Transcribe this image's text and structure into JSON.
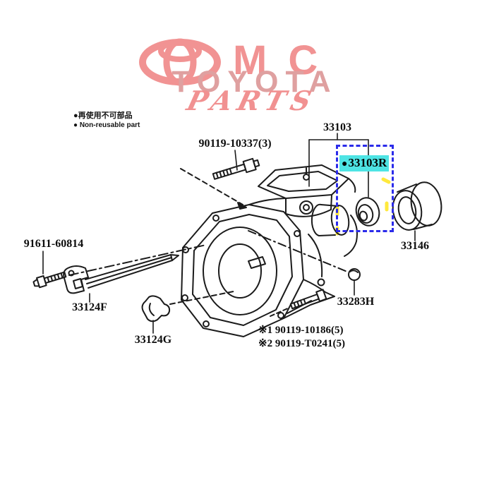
{
  "watermark": {
    "brand_top": "MC",
    "brand_mid": "TOYOTA",
    "brand_bottom": "PARTS",
    "logo_icon": "toyota-emblem",
    "color": "#ee7c7c"
  },
  "legend": {
    "line_jp": "●再使用不可部品",
    "line_en": "● Non-reusable part"
  },
  "highlight": {
    "bullet": "●",
    "part_number": "33103R",
    "highlight_color": "#4ee4e4",
    "box_color": "#2b2bea"
  },
  "callouts": {
    "bolt_top": "90119-10337(3)",
    "case": "33103",
    "bushing": "33146",
    "bolt_small": "91611-60814",
    "lever": "33124F",
    "clamp": "33124G",
    "plug": "33283H"
  },
  "notes": {
    "note1": "※1 90119-10186(5)",
    "note2": "※2 90119-T0241(5)"
  }
}
